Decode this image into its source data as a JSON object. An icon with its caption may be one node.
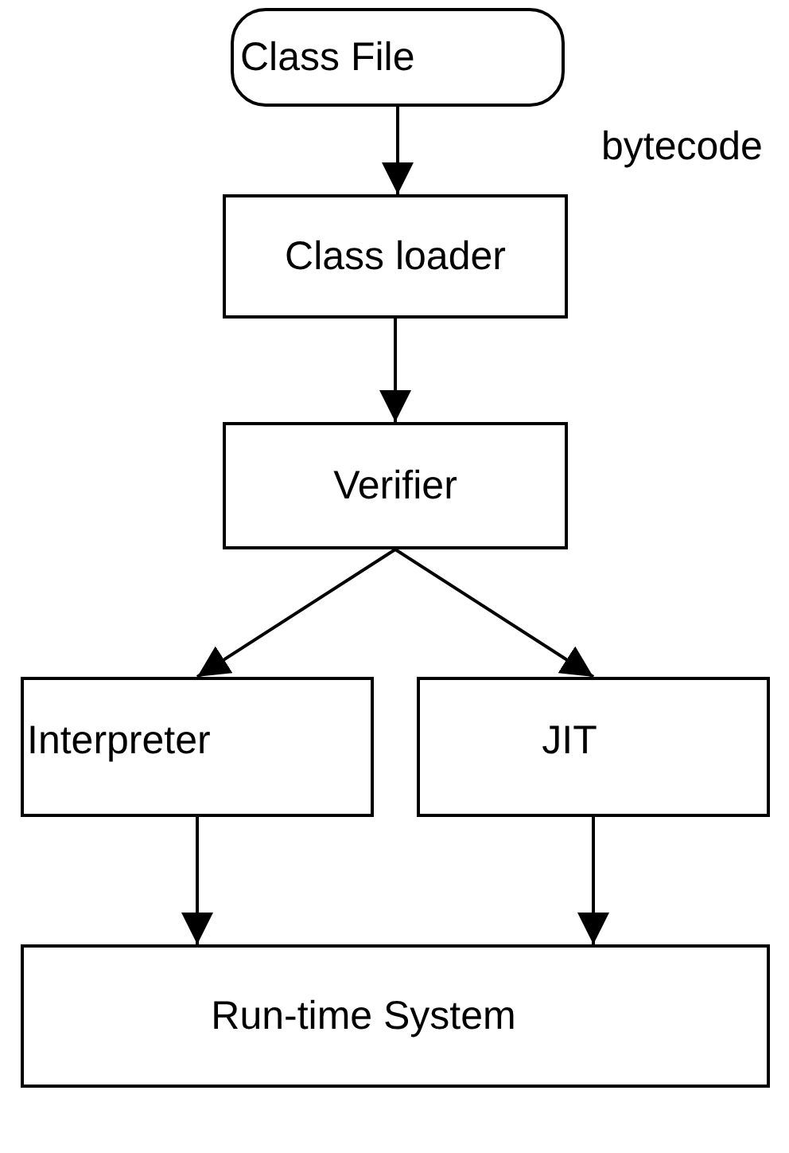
{
  "diagram": {
    "nodes": [
      {
        "text": [
          "Class File"
        ]
      },
      {
        "text": [
          "Class loader"
        ]
      },
      {
        "text": [
          "Verifier"
        ]
      },
      {
        "text": [
          "Interpreter"
        ]
      },
      {
        "text": [
          "JIT"
        ]
      },
      {
        "text": [
          "Run-time System"
        ]
      }
    ],
    "edges": [
      {
        "from": 0,
        "to": 1,
        "arrow": "to"
      },
      {
        "from": 1,
        "to": 2,
        "arrow": "to"
      },
      {
        "from": 2,
        "to": 3,
        "arrow": "to"
      },
      {
        "from": 2,
        "to": 4,
        "arrow": "to"
      },
      {
        "from": 3,
        "to": 5,
        "arrow": "to"
      },
      {
        "from": 4,
        "to": 5,
        "arrow": "to"
      }
    ],
    "labels": [
      "bytecode"
    ]
  }
}
